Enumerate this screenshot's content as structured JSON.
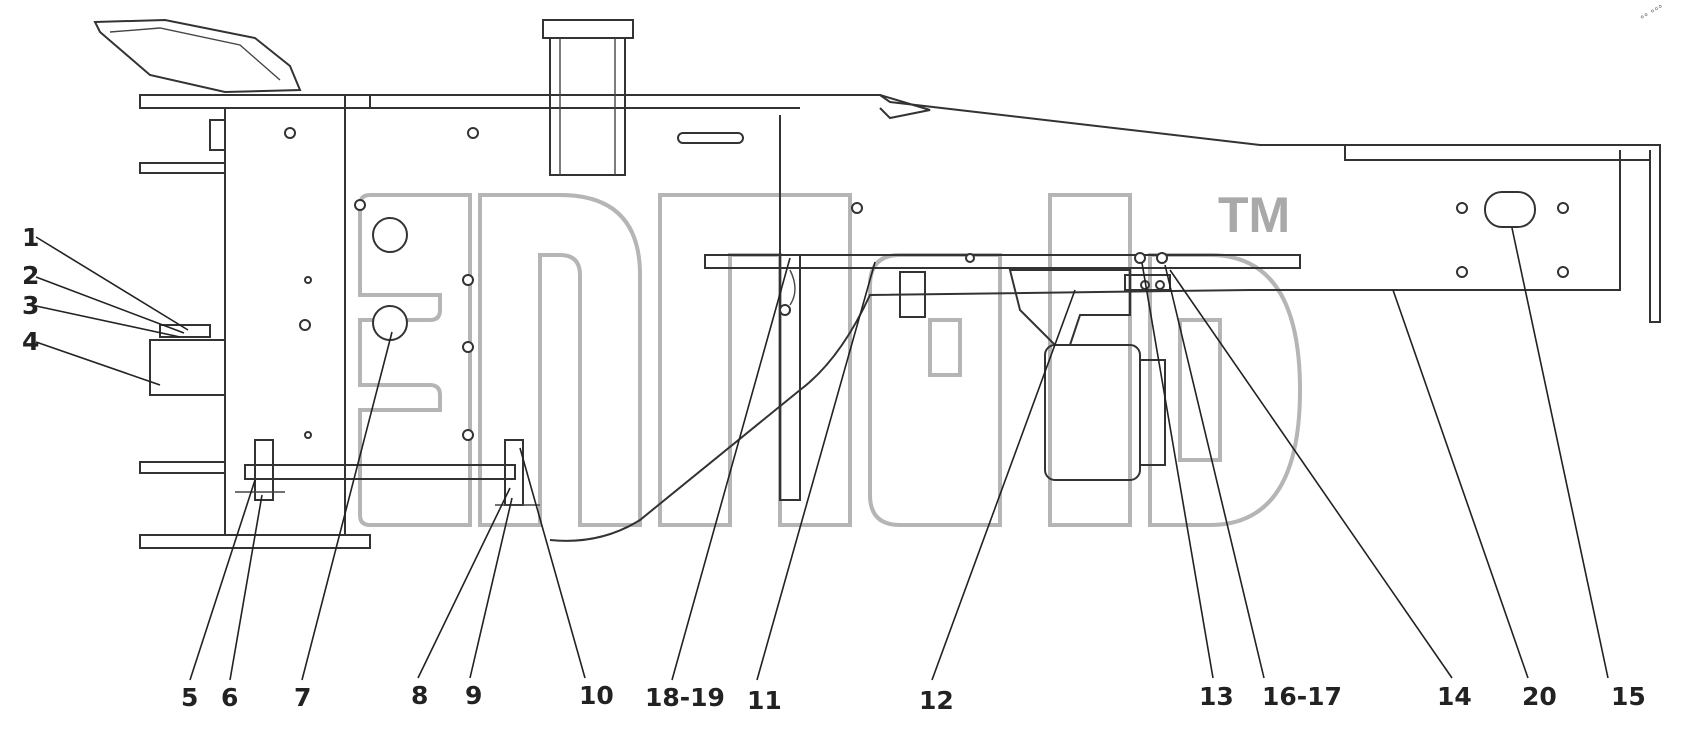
{
  "watermark": {
    "trademark": "TM"
  },
  "callouts": [
    {
      "id": "c1",
      "label": "1"
    },
    {
      "id": "c2",
      "label": "2"
    },
    {
      "id": "c3",
      "label": "3"
    },
    {
      "id": "c4",
      "label": "4"
    },
    {
      "id": "c5",
      "label": "5"
    },
    {
      "id": "c6",
      "label": "6"
    },
    {
      "id": "c7",
      "label": "7"
    },
    {
      "id": "c8",
      "label": "8"
    },
    {
      "id": "c9",
      "label": "9"
    },
    {
      "id": "c10",
      "label": "10"
    },
    {
      "id": "c18",
      "label": "18-19"
    },
    {
      "id": "c11",
      "label": "11"
    },
    {
      "id": "c12",
      "label": "12"
    },
    {
      "id": "c13",
      "label": "13"
    },
    {
      "id": "c16",
      "label": "16-17"
    },
    {
      "id": "c14",
      "label": "14"
    },
    {
      "id": "c20",
      "label": "20"
    },
    {
      "id": "c15",
      "label": "15"
    }
  ],
  "corner_mark": "°° °°°"
}
